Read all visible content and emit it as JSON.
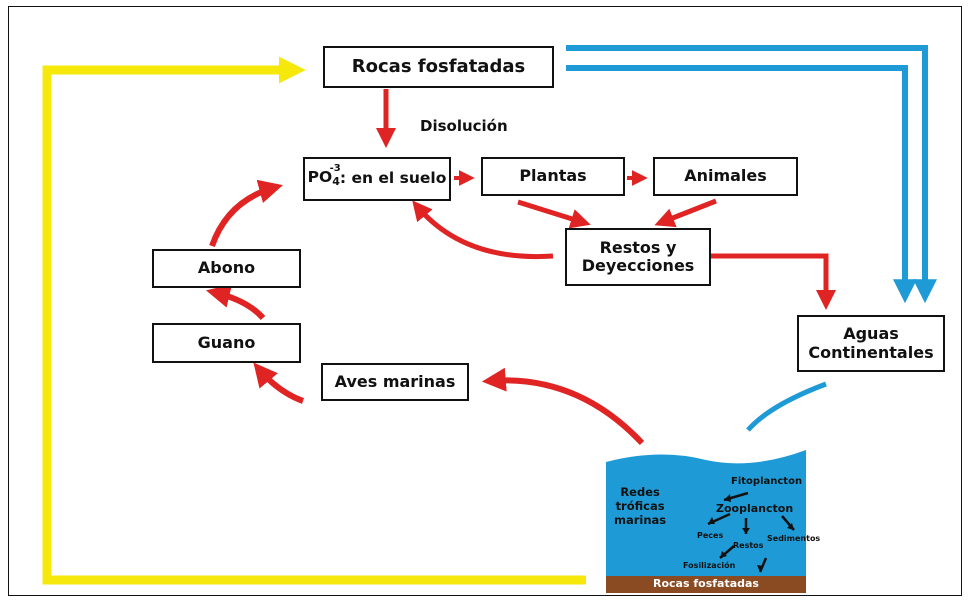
{
  "colors": {
    "recycle": "#e02424",
    "rock_path": "#f5e80a",
    "water_path": "#1e9ad6",
    "ocean": "#1e9ad6",
    "sediment": "#8a4a22"
  },
  "boxes": {
    "rocas": "Rocas fosfatadas",
    "po4_prefix": "PO",
    "po4_sub": "4",
    "po4_sup": "-3",
    "po4_rest": ": en el suelo",
    "plantas": "Plantas",
    "animales": "Animales",
    "restos_l1": "Restos y",
    "restos_l2": "Deyecciones",
    "abono": "Abono",
    "guano": "Guano",
    "aves": "Aves marinas",
    "aguas_l1": "Aguas",
    "aguas_l2": "Continentales"
  },
  "labels": {
    "disolucion": "Disolución"
  },
  "ocean": {
    "redes_l1": "Redes",
    "redes_l2": "tróficas",
    "redes_l3": "marinas",
    "fitoplancton": "Fitoplancton",
    "zooplancton": "Zooplancton",
    "peces": "Peces",
    "restos": "Restos",
    "sedimentos": "Sedimentos",
    "fosilizacion": "Fosilización",
    "rocas": "Rocas fosfatadas"
  }
}
